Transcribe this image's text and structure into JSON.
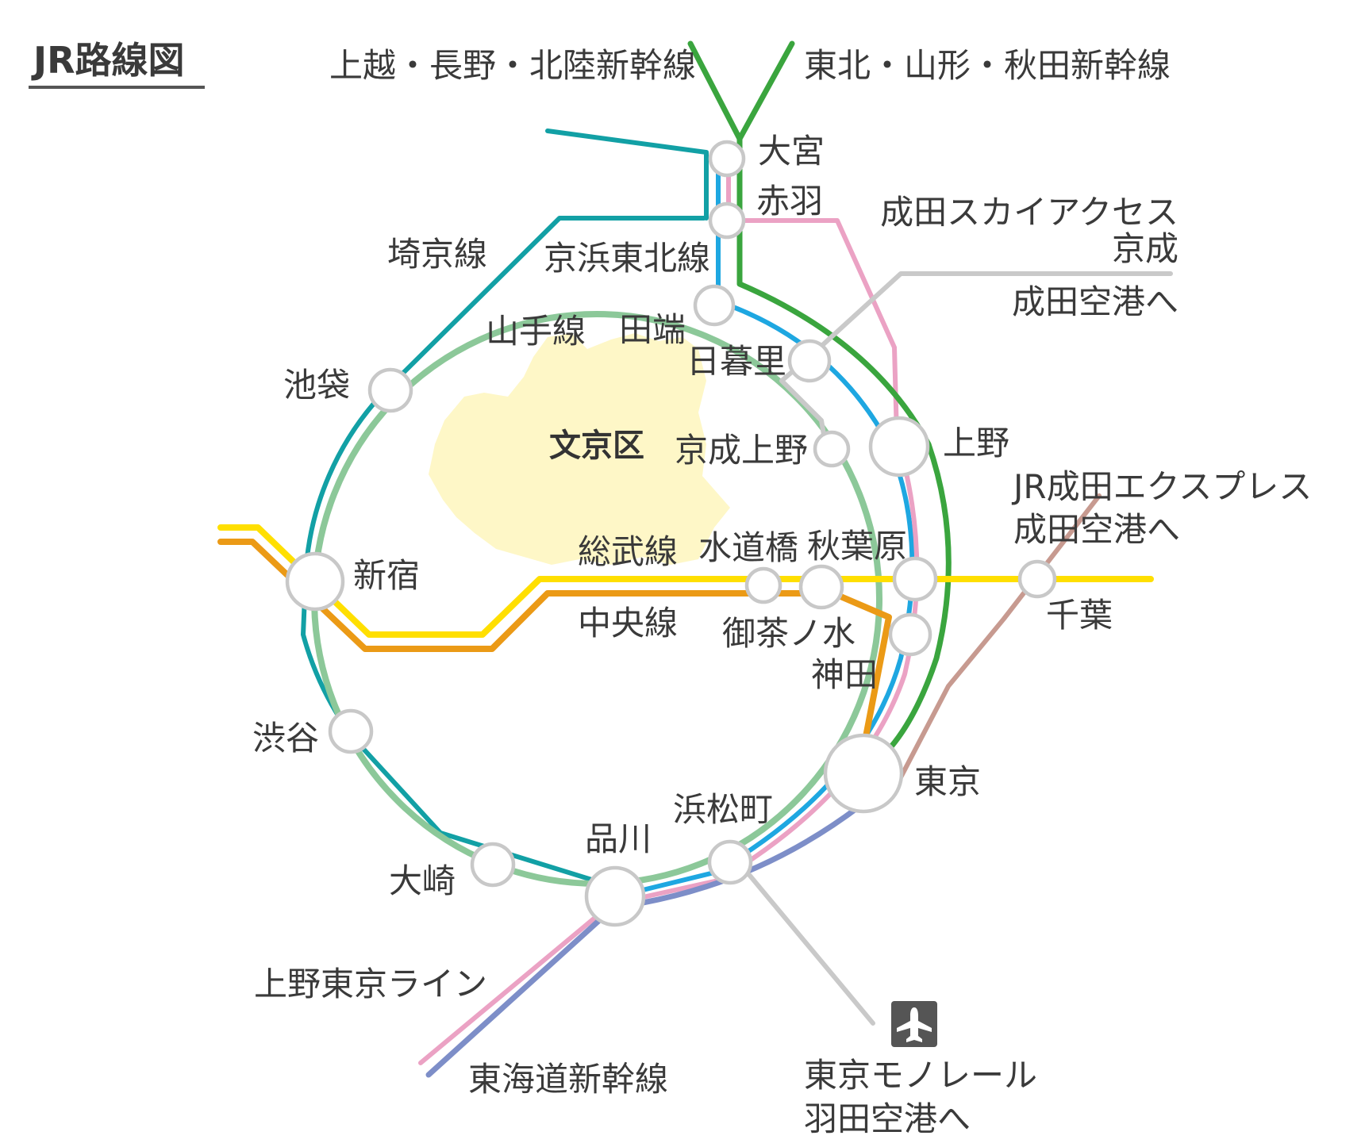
{
  "title": "JR路線図",
  "colors": {
    "yamanote": "#8cc899",
    "keihin_tohoku": "#1ea7e1",
    "saikyo": "#12a0a5",
    "utsunomiya_takasaki": "#eba2c4",
    "shinkansen_tohoku": "#3aa53e",
    "tokaido_shinkansen": "#7d8ec8",
    "chuo": "#eb9a16",
    "sobu": "#ffdf00",
    "keisei": "#c9c9c9",
    "narita_express": "#c79a90",
    "monorail": "#c9c9c9",
    "bunkyo_fill": "#fef7c7"
  },
  "lines": {
    "joetsu": "上越・長野・北陸新幹線",
    "tohoku": "東北・山形・秋田新幹線",
    "saikyo": "埼京線",
    "keihin": "京浜東北線",
    "yamanote": "山手線",
    "keisei_title": "成田スカイアクセス",
    "keisei_sub": "京成",
    "keisei_dest": "成田空港へ",
    "nex_title": "JR成田エクスプレス",
    "nex_dest": "成田空港へ",
    "sobu": "総武線",
    "chuo": "中央線",
    "ueno_tokyo": "上野東京ライン",
    "tokaido": "東海道新幹線",
    "monorail": "東京モノレール",
    "monorail_dest": "羽田空港へ"
  },
  "ward": "文京区",
  "stations": {
    "omiya": "大宮",
    "akabane": "赤羽",
    "tabata": "田端",
    "nippori": "日暮里",
    "keisei_ueno": "京成上野",
    "ueno": "上野",
    "ikebukuro": "池袋",
    "shinjuku": "新宿",
    "suidobashi": "水道橋",
    "akihabara": "秋葉原",
    "ochanomizu": "御茶ノ水",
    "kanda": "神田",
    "chiba": "千葉",
    "tokyo": "東京",
    "hamamatsucho": "浜松町",
    "shinagawa": "品川",
    "osaki": "大崎",
    "shibuya": "渋谷"
  },
  "icons": {
    "airport": "airplane-icon"
  }
}
